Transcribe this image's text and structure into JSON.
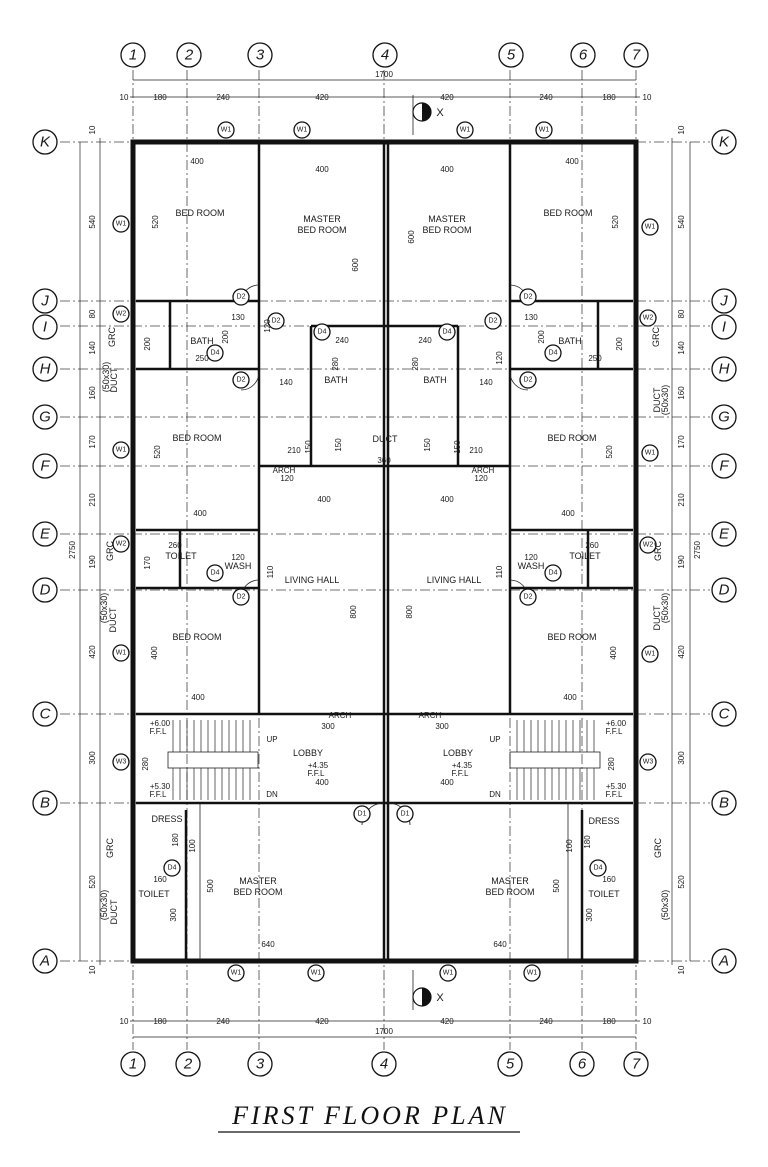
{
  "title": "FIRST FLOOR PLAN",
  "column_grid": [
    "1",
    "2",
    "3",
    "4",
    "5",
    "6",
    "7"
  ],
  "row_grid": [
    "K",
    "J",
    "I",
    "H",
    "G",
    "F",
    "E",
    "D",
    "C",
    "B",
    "A"
  ],
  "overall_width": "1700",
  "overall_depth": "2750",
  "column_spacings": [
    "10",
    "180",
    "240",
    "420",
    "420",
    "240",
    "180",
    "10"
  ],
  "row_spacings": [
    "10",
    "540",
    "80",
    "140",
    "160",
    "170",
    "210",
    "190",
    "420",
    "300",
    "520",
    "10"
  ],
  "north_marker": "X",
  "rooms": {
    "bed_room": "BED ROOM",
    "master": "MASTER",
    "master_bed_room": "BED ROOM",
    "bath": "BATH",
    "toilet": "TOILET",
    "wash": "WASH",
    "living_hall": "LIVING HALL",
    "lobby": "LOBBY",
    "duct": "DUCT",
    "dress": "DRESS",
    "grc": "GRC",
    "duct_size": "(50x30)"
  },
  "labels": {
    "up": "UP",
    "dn": "DN",
    "arch": "ARCH",
    "ffl": "F.F.L",
    "lvl_435": "+4.35",
    "lvl_600": "+6.00",
    "lvl_530": "+5.30"
  },
  "dims": {
    "d400": "400",
    "d600": "600",
    "d520": "520",
    "d240": "240",
    "d250": "250",
    "d200": "200",
    "d130": "130",
    "d120": "120",
    "d140": "140",
    "d150": "150",
    "d160": "160",
    "d170": "170",
    "d180": "180",
    "d210": "210",
    "d260": "260",
    "d280": "280",
    "d300": "300",
    "d360": "360",
    "d500": "500",
    "d640": "640",
    "d800": "800",
    "d110": "110",
    "d100": "100"
  },
  "tags": {
    "w1": "W1",
    "w2": "W2",
    "w3": "W3",
    "d1": "D1",
    "d2": "D2",
    "d4": "D4"
  }
}
